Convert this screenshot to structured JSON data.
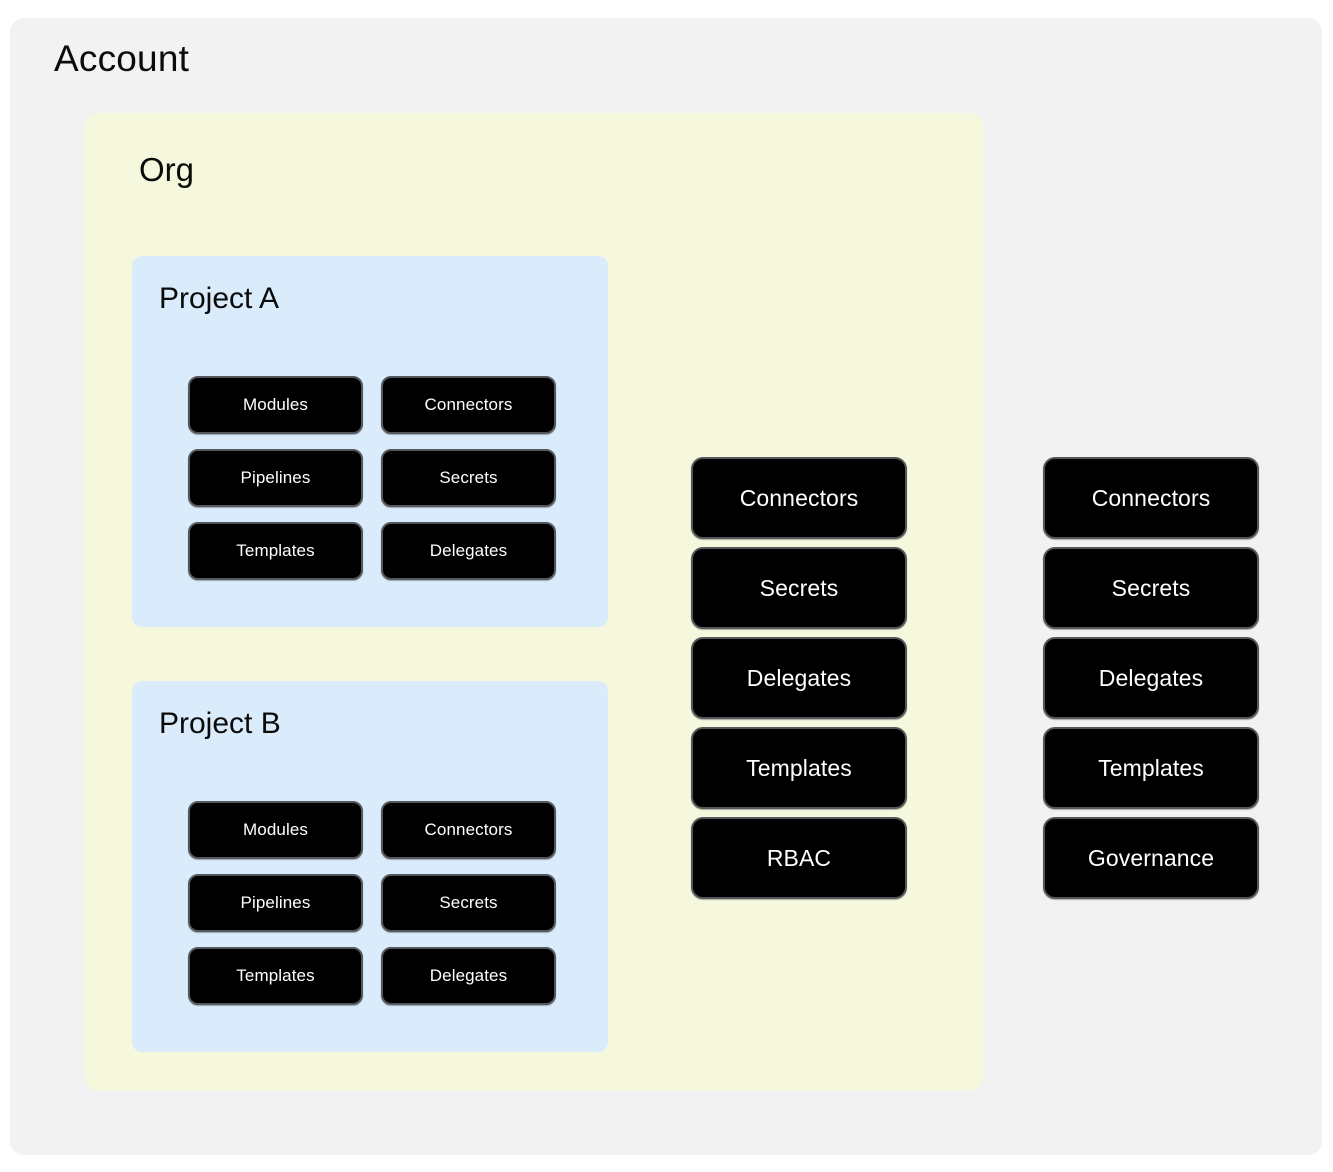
{
  "diagram": {
    "type": "nested-scope-hierarchy",
    "colors": {
      "account_bg": "#f2f2f2",
      "org_bg": "#f5f8dd",
      "project_bg": "#daebfb",
      "node_bg": "#000000",
      "node_border": "#54585c",
      "node_text": "#ffffff",
      "title_text": "#0b0b0b"
    }
  },
  "account": {
    "title": "Account",
    "resources": [
      {
        "label": "Connectors"
      },
      {
        "label": "Secrets"
      },
      {
        "label": "Delegates"
      },
      {
        "label": "Templates"
      },
      {
        "label": "Governance"
      }
    ]
  },
  "org": {
    "title": "Org",
    "resources": [
      {
        "label": "Connectors"
      },
      {
        "label": "Secrets"
      },
      {
        "label": "Delegates"
      },
      {
        "label": "Templates"
      },
      {
        "label": "RBAC"
      }
    ]
  },
  "projects": [
    {
      "title": "Project A",
      "resources": [
        {
          "label": "Modules"
        },
        {
          "label": "Connectors"
        },
        {
          "label": "Pipelines"
        },
        {
          "label": "Secrets"
        },
        {
          "label": "Templates"
        },
        {
          "label": "Delegates"
        }
      ]
    },
    {
      "title": "Project B",
      "resources": [
        {
          "label": "Modules"
        },
        {
          "label": "Connectors"
        },
        {
          "label": "Pipelines"
        },
        {
          "label": "Secrets"
        },
        {
          "label": "Templates"
        },
        {
          "label": "Delegates"
        }
      ]
    }
  ]
}
